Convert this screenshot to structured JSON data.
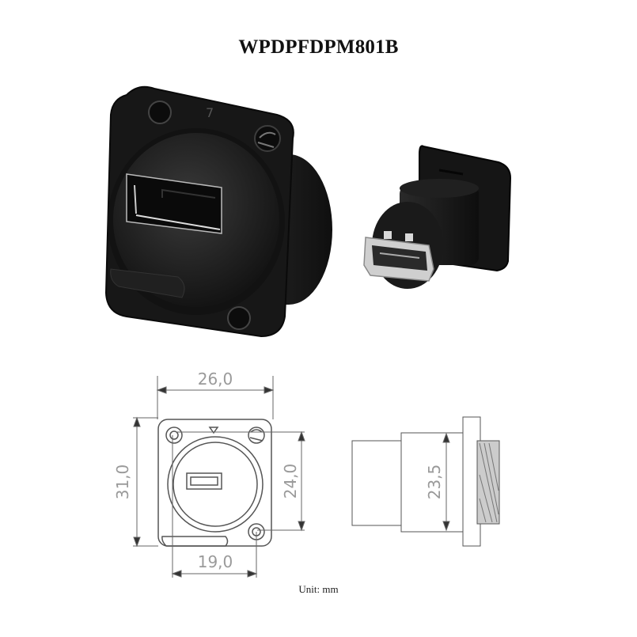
{
  "title": "WPDPFDPM801B",
  "photos": {
    "front_view": {
      "icon": "displayport-d-type-connector-front-photo",
      "label_mark": "7"
    },
    "rear_view": {
      "icon": "displayport-d-type-connector-rear-photo"
    }
  },
  "drawing": {
    "front": {
      "width_overall": "26,0",
      "height_overall": "31,0",
      "hole_spacing_vertical": "24,0",
      "hole_spacing_horizontal": "19,0"
    },
    "side": {
      "body_diameter": "23,5"
    }
  },
  "footer": {
    "unit_label": "Unit: mm"
  },
  "colors": {
    "connector_body": "#1e1e1e",
    "drawing_line": "#555555",
    "dimension_text": "#9a9a9a"
  }
}
